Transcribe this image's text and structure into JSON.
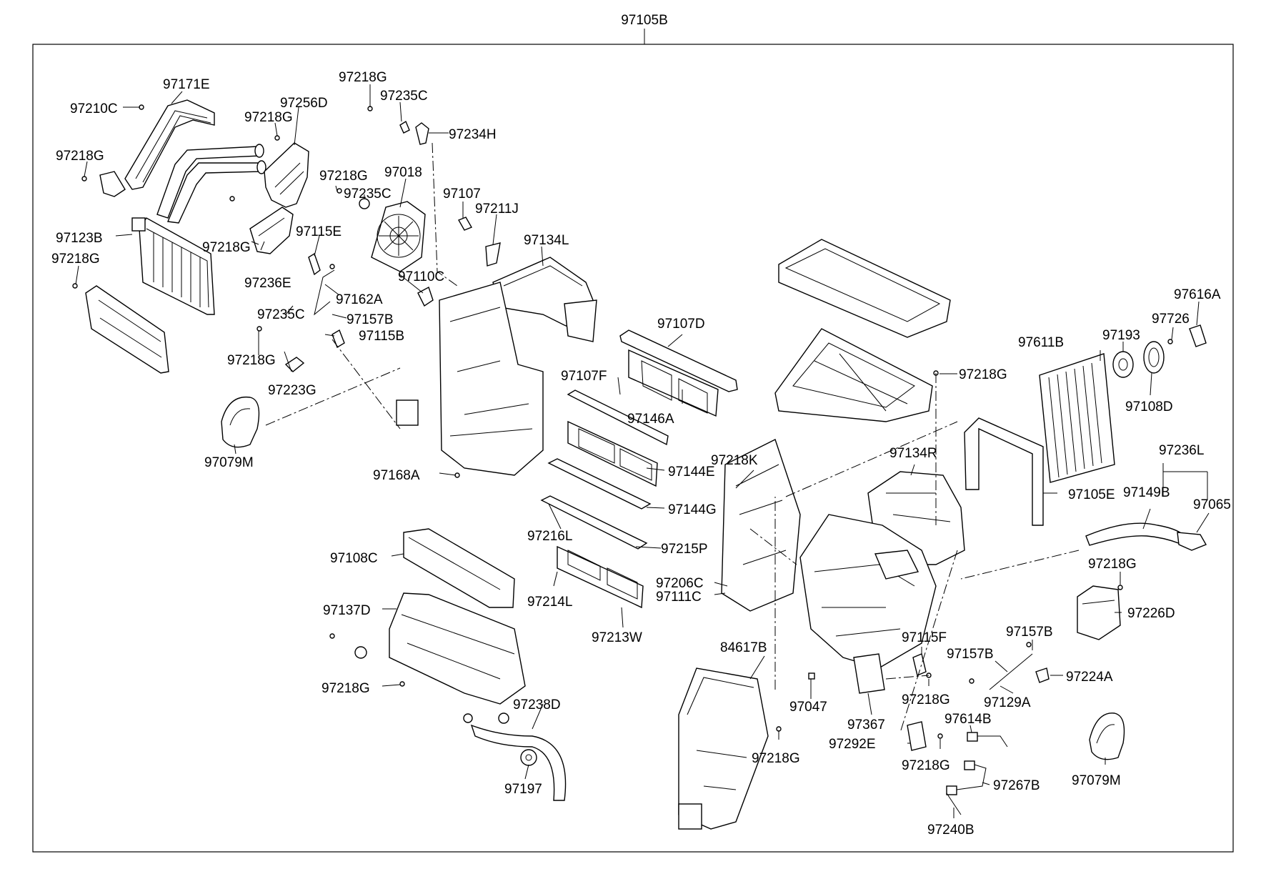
{
  "diagram": {
    "assembly_number": "97105B",
    "part_labels": [
      "97171E",
      "97210C",
      "97256D",
      "97218G",
      "97218G",
      "97123B",
      "97218G",
      "97236E",
      "97218G",
      "97218G",
      "97235C",
      "97234H",
      "97218G",
      "97018",
      "97235C",
      "97107",
      "97211J",
      "97134L",
      "97115E",
      "97110C",
      "97162A",
      "97235C",
      "97157B",
      "97115B",
      "97218G",
      "97223G",
      "97079M",
      "97168A",
      "97107D",
      "97107F",
      "97146A",
      "97144E",
      "97144G",
      "97216L",
      "97215P",
      "97214L",
      "97213W",
      "97108C",
      "97137D",
      "97218G",
      "97238D",
      "97197",
      "97218G",
      "97218K",
      "97134R",
      "97206C",
      "97111C",
      "84617B",
      "97047",
      "97367",
      "97218G",
      "97611B",
      "97193",
      "97726",
      "97616A",
      "97108D",
      "97105E",
      "97236L",
      "97149B",
      "97065",
      "97218G",
      "97226D",
      "97157B",
      "97157B",
      "97224A",
      "97115F",
      "97218G",
      "97129A",
      "97614B",
      "97292E",
      "97218G",
      "97267B",
      "97240B",
      "97079M"
    ]
  }
}
